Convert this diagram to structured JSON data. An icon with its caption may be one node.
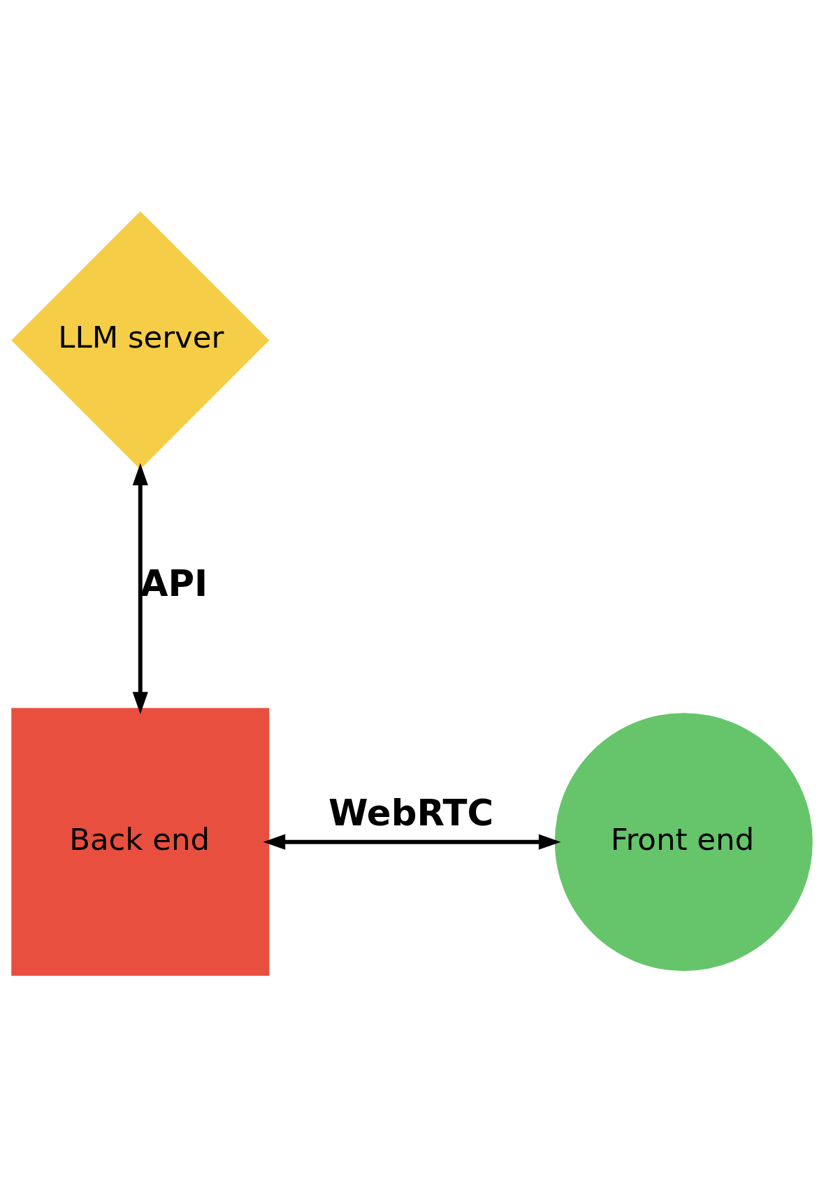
{
  "diagram": {
    "nodes": [
      {
        "text": [
          "LLM server"
        ]
      },
      {
        "text": [
          "Back end"
        ]
      },
      {
        "text": [
          "Front end"
        ]
      }
    ],
    "edges": [
      {
        "from": 0,
        "to": 1,
        "arrow": "both",
        "label": "API"
      },
      {
        "from": 1,
        "to": 2,
        "arrow": "both",
        "label": "WebRTC"
      }
    ]
  }
}
